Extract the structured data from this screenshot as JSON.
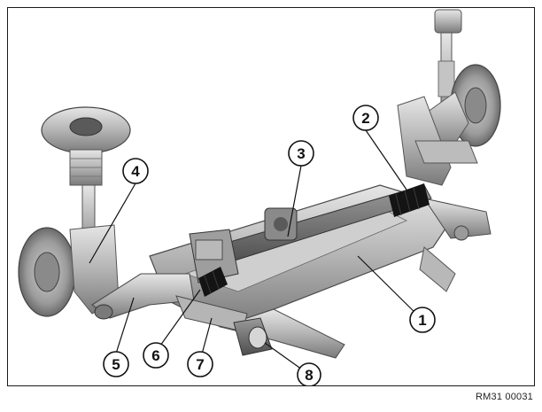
{
  "callouts": [
    {
      "number": "1"
    },
    {
      "number": "2"
    },
    {
      "number": "3"
    },
    {
      "number": "4"
    },
    {
      "number": "5"
    },
    {
      "number": "6"
    },
    {
      "number": "7"
    },
    {
      "number": "8"
    }
  ],
  "figure_code": "RM31 00031",
  "colors": {
    "frame": "#1a1a1a",
    "metal_light": "#d8d8d8",
    "metal_mid": "#a8a8a8",
    "metal_dark": "#6e6e6e",
    "boot_black": "#141414",
    "callout_fill": "#ffffff",
    "callout_stroke": "#111111"
  }
}
